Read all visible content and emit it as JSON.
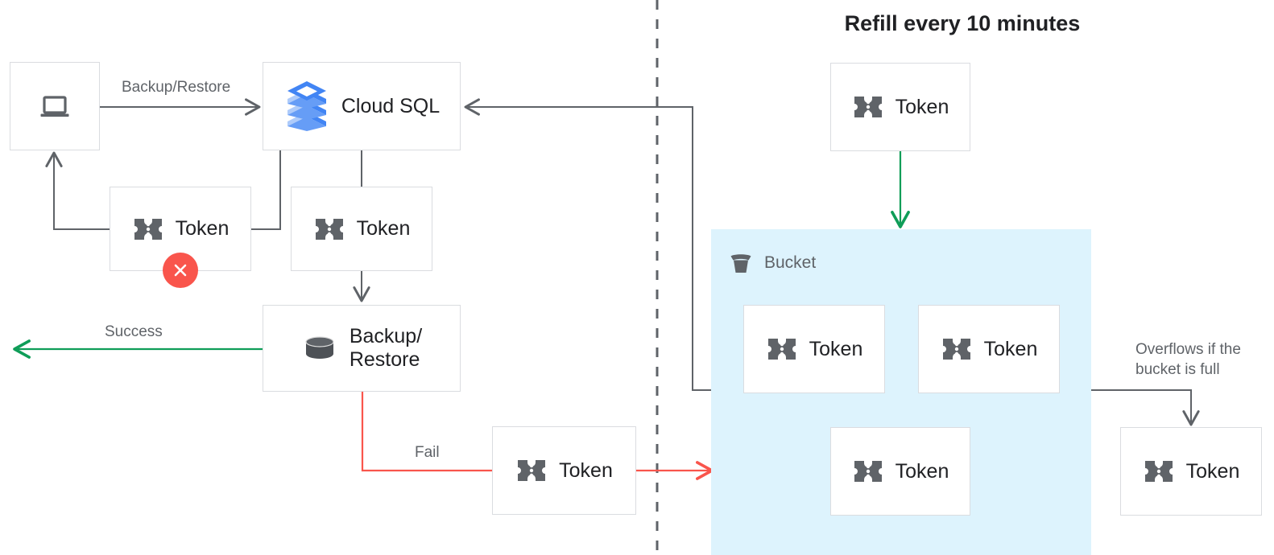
{
  "title": "Refill every 10 minutes",
  "colors": {
    "background": "#ffffff",
    "box_border": "#dadce0",
    "edge_default": "#5f6368",
    "edge_success": "#0f9d58",
    "edge_fail": "#f9554c",
    "bucket_fill": "#ddf3fd",
    "icon_gray": "#5f6368",
    "text_primary": "#202124",
    "text_secondary": "#5f6368",
    "badge_error": "#f9554c",
    "cloudsql_blue_dark": "#4285f4",
    "cloudsql_blue_mid": "#669df6",
    "cloudsql_blue_light": "#aecbfa"
  },
  "nodes": {
    "client": {
      "label": "",
      "icon": "laptop-icon"
    },
    "cloud_sql": {
      "label": "Cloud SQL",
      "icon": "cloud-sql-icon"
    },
    "token_client": {
      "label": "Token",
      "icon": "token-icon",
      "status": "error"
    },
    "token_cloudsql": {
      "label": "Token",
      "icon": "token-icon"
    },
    "backup_restore": {
      "label": "Backup/\nRestore",
      "icon": "database-icon"
    },
    "token_fail": {
      "label": "Token",
      "icon": "token-icon"
    },
    "token_refill": {
      "label": "Token",
      "icon": "token-icon"
    },
    "token_bucket_1": {
      "label": "Token",
      "icon": "token-icon"
    },
    "token_bucket_2": {
      "label": "Token",
      "icon": "token-icon"
    },
    "token_bucket_3": {
      "label": "Token",
      "icon": "token-icon"
    },
    "token_overflow": {
      "label": "Token",
      "icon": "token-icon"
    }
  },
  "bucket": {
    "caption": "Bucket",
    "icon": "bucket-icon"
  },
  "edges": {
    "backup_restore_label": "Backup/Restore",
    "success_label": "Success",
    "fail_label": "Fail",
    "overflow_label": "Overflows if the\nbucket is full"
  },
  "badges": {
    "error_glyph": "✕"
  }
}
